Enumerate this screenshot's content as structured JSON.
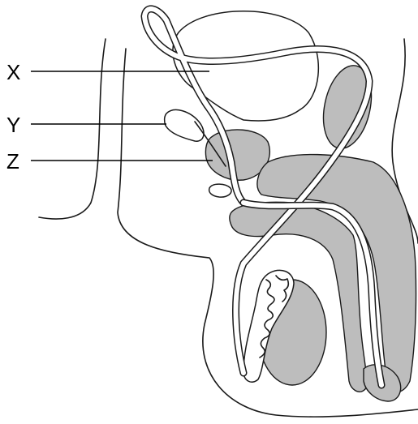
{
  "labels": {
    "x": "X",
    "y": "Y",
    "z": "Z"
  },
  "colors": {
    "organ_fill": "#bdbdbd",
    "line": "#1a1a1a",
    "background": "#ffffff"
  }
}
